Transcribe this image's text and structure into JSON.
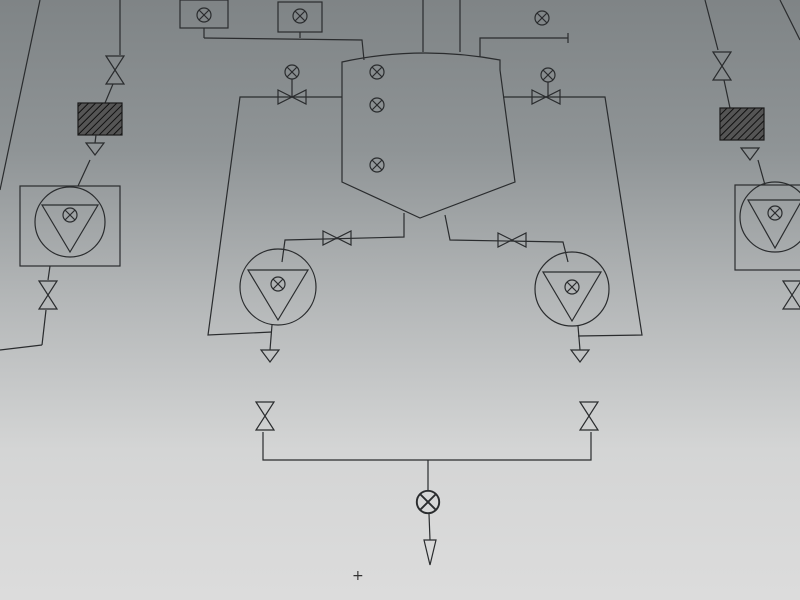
{
  "diagram": {
    "type": "process-flow-schematic",
    "colors": {
      "line": "#2a2c2e",
      "background_top": "#7f8486",
      "background_bottom": "#dcdcdc"
    },
    "symbols": [
      "valve",
      "pump",
      "vessel",
      "instrument",
      "filter",
      "outlet-arrow"
    ],
    "marker": "+"
  }
}
